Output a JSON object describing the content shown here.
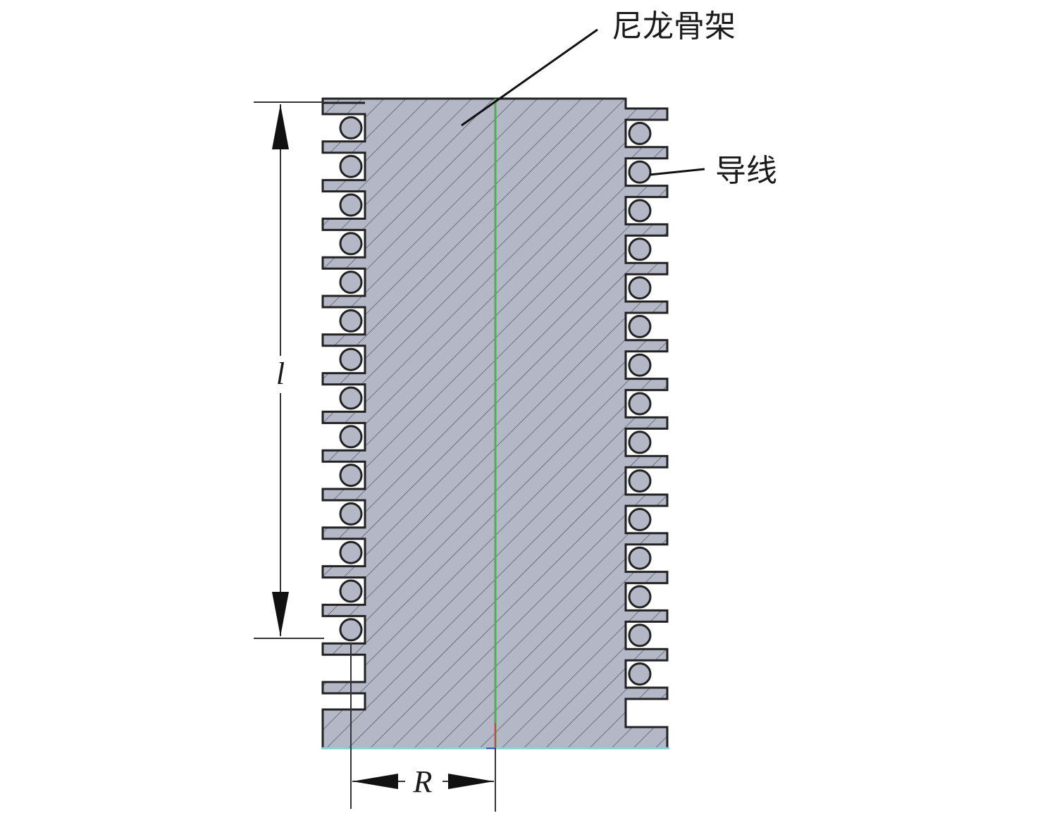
{
  "labels": {
    "bobbin": "尼龙骨架",
    "wire": "导线",
    "length": "l",
    "radius": "R"
  },
  "colors": {
    "body": "#b4b8c6",
    "hatch": "#5a5f70",
    "outline": "#222222",
    "axis": "#4caf50",
    "baseline": "#7fd3d3"
  },
  "winding": {
    "left_turns": 14,
    "right_turns": 15
  }
}
